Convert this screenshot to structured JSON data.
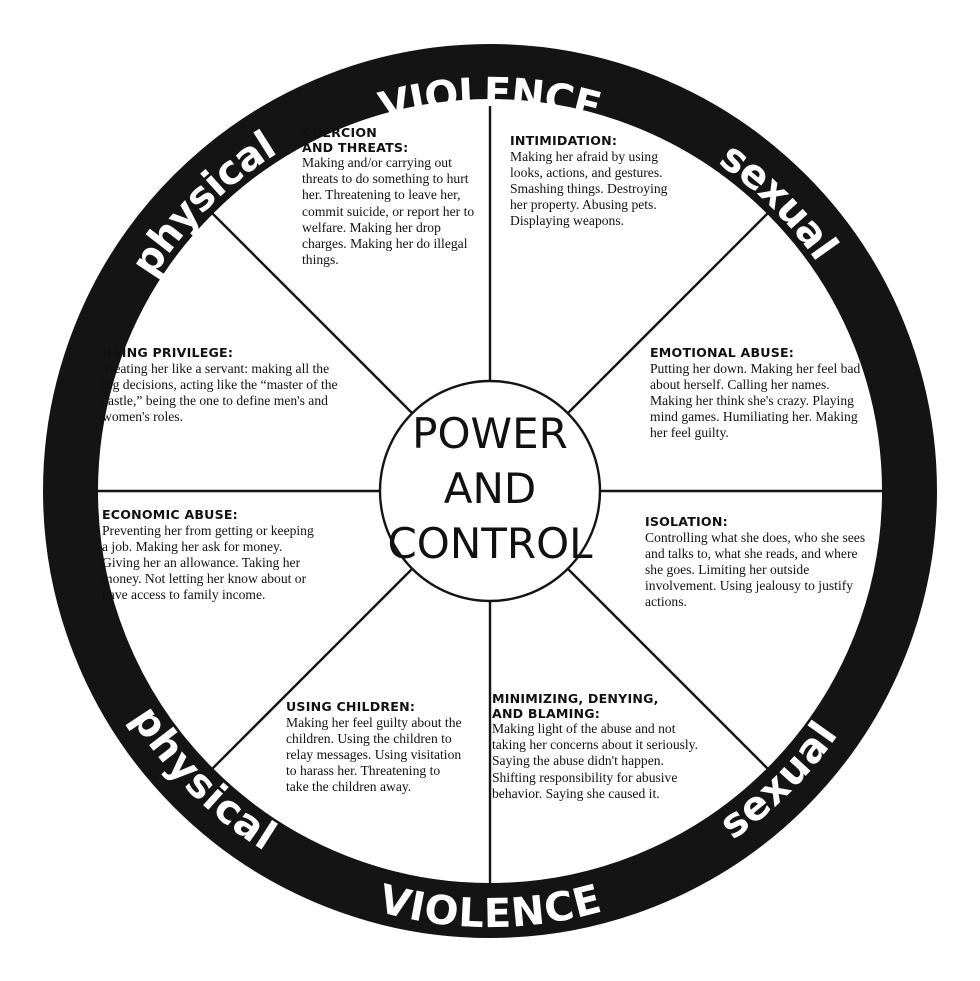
{
  "center": {
    "lines": [
      "POWER",
      "AND",
      "CONTROL"
    ]
  },
  "rim": {
    "top": "VIOLENCE",
    "bottom": "VIOLENCE",
    "upper_left": "physical",
    "upper_right": "sexual",
    "lower_left": "physical",
    "lower_right": "sexual"
  },
  "segments": {
    "coercion": {
      "heading": "COERCION\nAND THREATS:",
      "body": "Making and/or carrying out threats to do something to hurt her. Threatening to leave her, commit suicide, or report her to welfare. Making her drop charges. Making her do illegal things."
    },
    "intimidation": {
      "heading": "INTIMIDATION:",
      "body": "Making her afraid by using looks, actions, and gestures. Smashing things. Destroying her property. Abusing pets. Displaying weapons."
    },
    "emotional": {
      "heading": "EMOTIONAL ABUSE:",
      "body": "Putting her down. Making her feel bad about herself. Calling her names. Making her think she's crazy. Playing mind games. Humiliating her. Making her feel guilty."
    },
    "isolation": {
      "heading": "ISOLATION:",
      "body": "Controlling what she does, who she sees and talks to, what she reads, and where she goes. Limiting her outside involvement. Using jealousy to justify actions."
    },
    "minimizing": {
      "heading": "MINIMIZING, DENYING,\nAND BLAMING:",
      "body": "Making light of the abuse and not taking her concerns about it seriously. Saying the abuse didn't happen. Shifting responsibility for abusive behavior. Saying she caused it."
    },
    "children": {
      "heading": "USING CHILDREN:",
      "body": "Making her feel guilty about the children. Using the children to relay messages. Using visitation to harass her. Threatening to take the children away."
    },
    "economic": {
      "heading": "ECONOMIC ABUSE:",
      "body": "Preventing her from getting or keeping a job. Making her ask for money. Giving her an allowance. Taking her money. Not letting her know about or have access to family income."
    },
    "privilege": {
      "heading": "USING PRIVILEGE:",
      "body": "Treating her like a servant: making all the big decisions, acting like the “master of the castle,” being the one to define men's and women's roles."
    }
  }
}
